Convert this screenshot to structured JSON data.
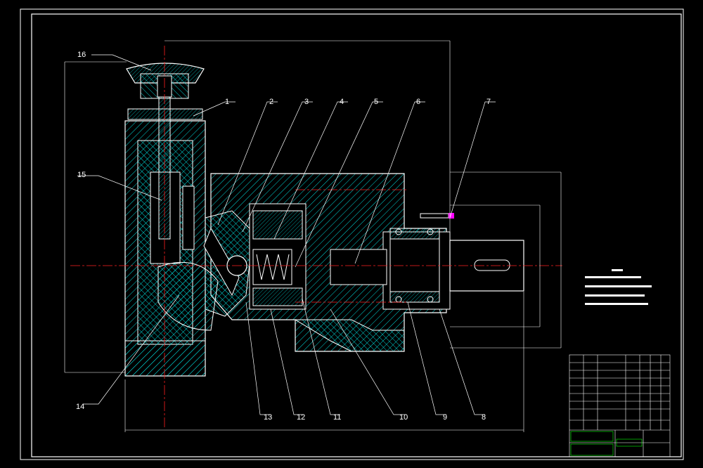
{
  "drawing": {
    "part_labels": [
      "1",
      "2",
      "3",
      "4",
      "5",
      "6",
      "7",
      "8",
      "9",
      "10",
      "11",
      "12",
      "13",
      "14",
      "15",
      "16"
    ],
    "colors": {
      "background": "#000000",
      "outline": "#ffffff",
      "hatch": "#00ffff",
      "hatch_alt": "#00c8c8",
      "centerline": "#ff0000",
      "dimension": "#ffffff",
      "accent": "#ff00ff",
      "title_block": "#00ff00"
    }
  }
}
